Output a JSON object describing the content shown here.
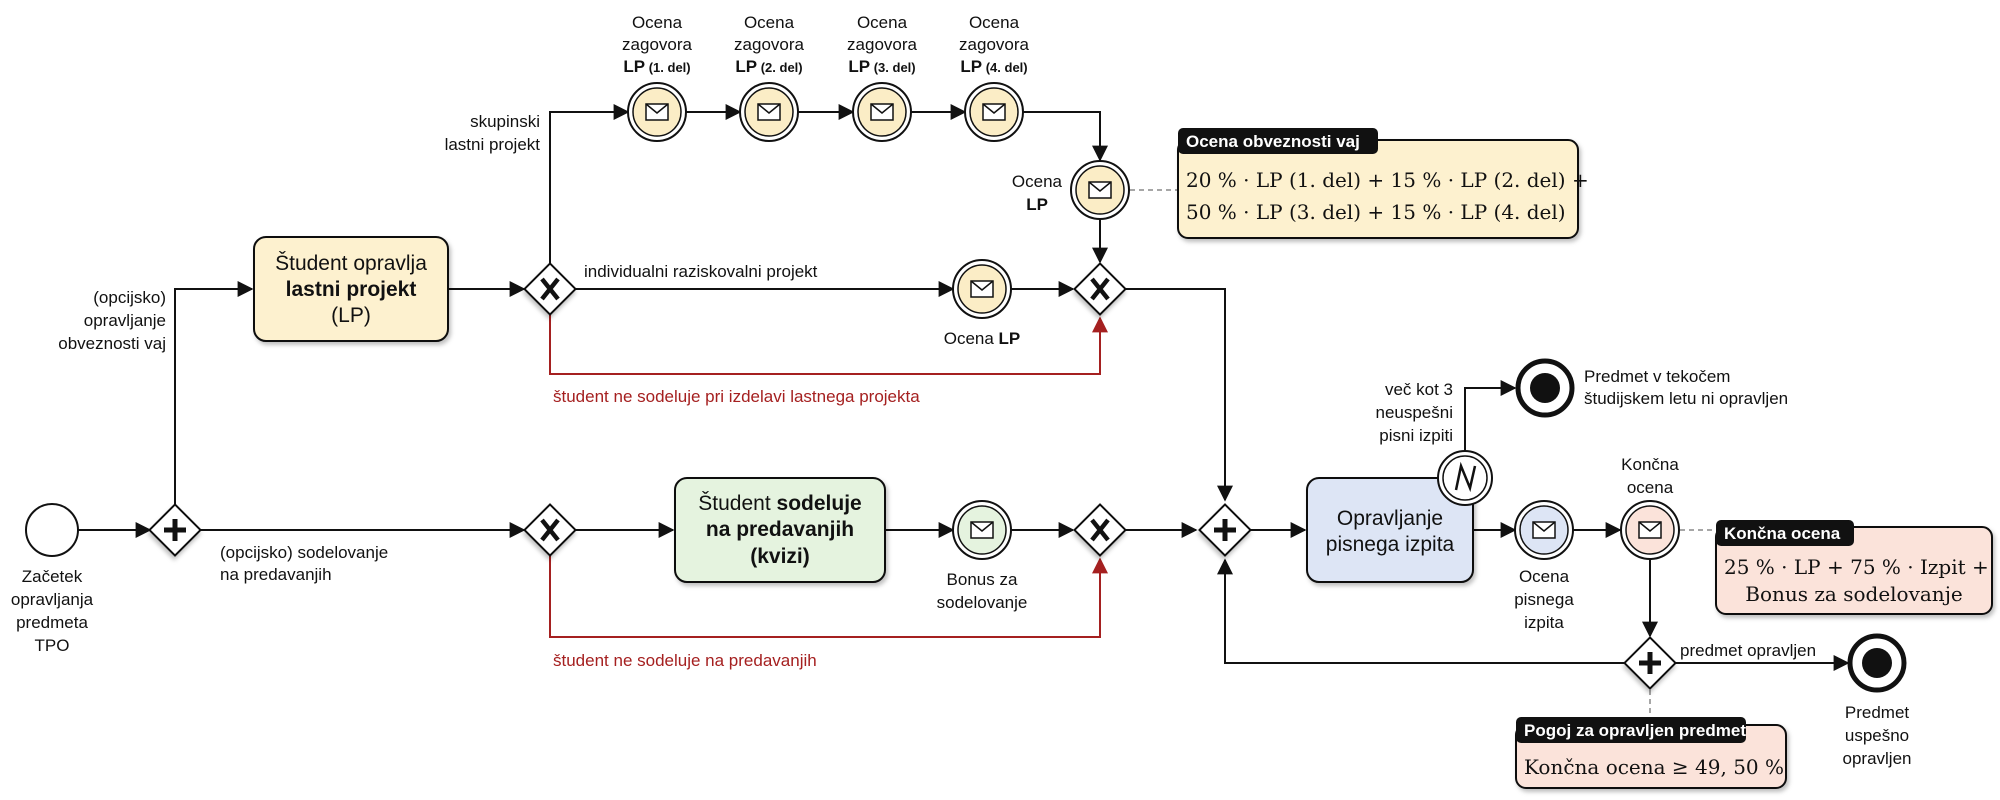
{
  "labels": {
    "start": [
      "Začetek",
      "opravljanja",
      "predmeta",
      "TPO"
    ],
    "opt_obligations": [
      "(opcijsko)",
      "opravljanje",
      "obveznosti vaj"
    ],
    "opt_lectures": [
      "(opcijsko) sodelovanje",
      "na predavanjih"
    ],
    "group_project": [
      "skupinski",
      "lastni projekt"
    ],
    "individual_project": "individualni raziskovalni projekt",
    "no_project": "študent ne sodeluje pri izdelavi lastnega projekta",
    "no_lectures": "študent ne sodeluje na predavanjih",
    "fail_exams": [
      "več kot 3",
      "neuspešni",
      "pisni izpiti"
    ],
    "passed_flow": "predmet opravljen"
  },
  "tasks": {
    "project": {
      "line1": "Študent opravlja",
      "line2": "lastni projekt",
      "line3": "(LP)"
    },
    "lectures": {
      "line1a": "Študent ",
      "line1b": "sodeluje",
      "line2": "na predavanjih",
      "line3": "(kvizi)"
    },
    "exam": {
      "line1": "Opravljanje",
      "line2": "pisnega izpita"
    }
  },
  "events": {
    "lp1": {
      "l1": "Ocena",
      "l2": "zagovora",
      "lp": "LP",
      "part": " (1. del)"
    },
    "lp2": {
      "l1": "Ocena",
      "l2": "zagovora",
      "lp": "LP",
      "part": " (2. del)"
    },
    "lp3": {
      "l1": "Ocena",
      "l2": "zagovora",
      "lp": "LP",
      "part": " (3. del)"
    },
    "lp4": {
      "l1": "Ocena",
      "l2": "zagovora",
      "lp": "LP",
      "part": " (4. del)"
    },
    "lp_total": {
      "l1": "Ocena",
      "l2": "LP"
    },
    "lp_individual": {
      "a": "Ocena ",
      "b": "LP"
    },
    "bonus": [
      "Bonus za",
      "sodelovanje"
    ],
    "exam_grade": [
      "Ocena",
      "pisnega",
      "izpita"
    ],
    "final_grade": [
      "Končna",
      "ocena"
    ],
    "end_fail": [
      "Predmet v tekočem",
      "študijskem letu ni opravljen"
    ],
    "end_pass": [
      "Predmet",
      "uspešno",
      "opravljen"
    ]
  },
  "annotations": {
    "obligations": {
      "title": "Ocena obveznosti vaj",
      "line1": "20 % · LP (1. del) + 15 % · LP (2. del) +",
      "line2": "50 % · LP (3. del) + 15 % · LP (4. del)"
    },
    "final": {
      "title": "Končna ocena",
      "line1": "25 % · LP + 75 % · Izpit +",
      "line2": "Bonus za sodelovanje"
    },
    "condition": {
      "title": "Pogoj za opravljen predmet",
      "line1": "Končna ocena ≥ 49, 50 %"
    }
  },
  "colors": {
    "task_project": "#fdf1cf",
    "task_lectures": "#e5f3df",
    "task_exam": "#dde5f5",
    "event_fill": "#fbedc6",
    "event_exam_fill": "#dde5f5",
    "note_yellow": "#fdf1cf",
    "note_pink": "#fbe3da",
    "default_flow_red": "#a52020"
  }
}
